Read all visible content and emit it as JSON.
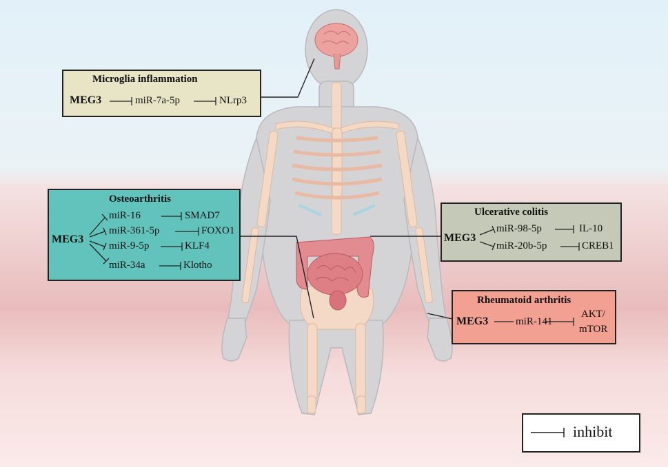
{
  "colors": {
    "bg_top": "#e3f1f8",
    "bg_bottom": "#f6dede",
    "box_microglia": "#e7e5c6",
    "box_osteo": "#62c3bd",
    "box_colitis": "#c5c9b8",
    "box_rheum": "#f1a092",
    "skin": "#d3d3d3",
    "bone": "#f3d7c0",
    "muscle": "#e8a898",
    "intestine": "#dd7f86"
  },
  "microglia": {
    "title": "Microglia inflammation",
    "source": "MEG3",
    "mirna": "miR-7a-5p",
    "target": "NLrp3"
  },
  "osteoarthritis": {
    "title": "Osteoarthritis",
    "source": "MEG3",
    "rows": [
      {
        "mirna": "miR-16",
        "target": "SMAD7"
      },
      {
        "mirna": "miR-361-5p",
        "target": "FOXO1"
      },
      {
        "mirna": "miR-9-5p",
        "target": "KLF4"
      },
      {
        "mirna": "miR-34a",
        "target": "Klotho"
      }
    ]
  },
  "colitis": {
    "title": "Ulcerative colitis",
    "source": "MEG3",
    "rows": [
      {
        "mirna": "miR-98-5p",
        "target": "IL-10"
      },
      {
        "mirna": "miR-20b-5p",
        "target": "CREB1"
      }
    ]
  },
  "rheumatoid": {
    "title": "Rheumatoid arthritis",
    "source": "MEG3",
    "mirna": "miR-141",
    "target_line1": "AKT/",
    "target_line2": "mTOR"
  },
  "legend": {
    "label": "inhibit"
  }
}
